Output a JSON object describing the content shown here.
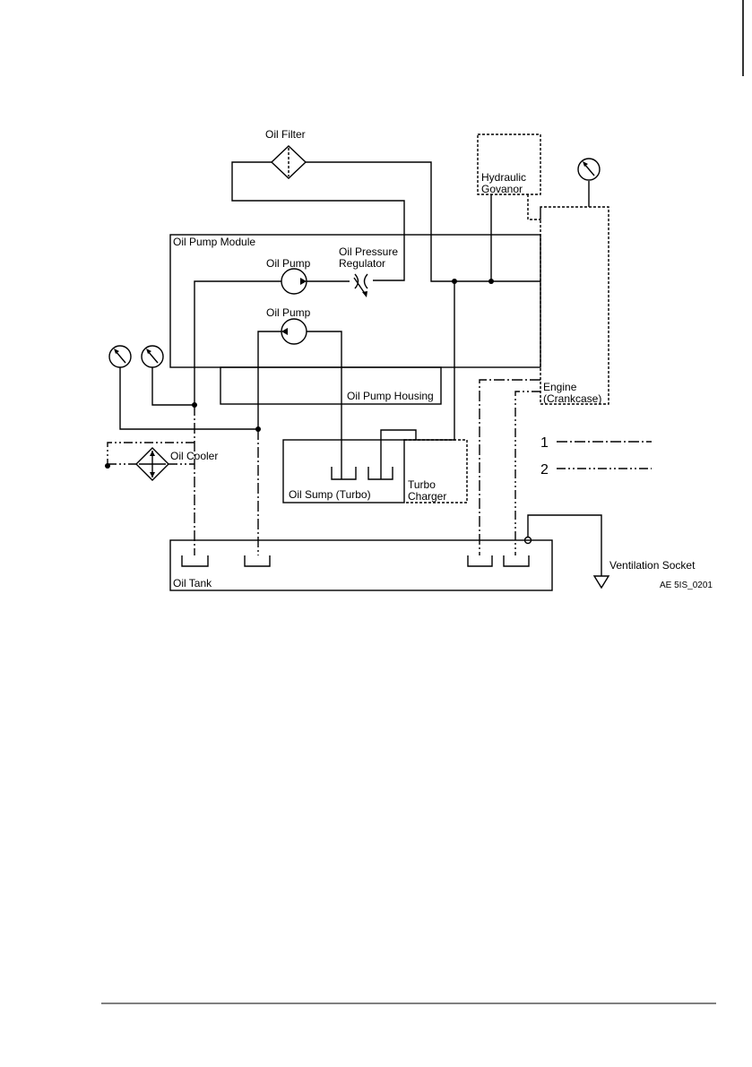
{
  "labels": {
    "oil_filter": "Oil Filter",
    "hydraulic_line1": "Hydraulic",
    "hydraulic_line2": "Govanor",
    "oil_pump_module": "Oil Pump Module",
    "oil_pump_upper": "Oil Pump",
    "oil_pressure_regulator_line1": "Oil Pressure",
    "oil_pressure_regulator_line2": "Regulator",
    "oil_pump_lower": "Oil Pump",
    "oil_pump_housing": "Oil Pump Housing",
    "engine_line1": "Engine",
    "engine_line2": "(Crankcase)",
    "oil_cooler": "Oil Cooler",
    "oil_sump": "Oil Sump (Turbo)",
    "turbo_line1": "Turbo",
    "turbo_line2": "Charger",
    "oil_tank": "Oil Tank",
    "ventilation_socket": "Ventilation Socket",
    "figure_code": "AE 5IS_0201"
  },
  "legend": [
    {
      "number": "1",
      "style": "dash-dot"
    },
    {
      "number": "2",
      "style": "dash-dot-dot"
    }
  ],
  "icons": [
    "pressure-gauge-icon",
    "filter-icon",
    "cooler-icon",
    "pump-icon",
    "throttle-regulator-icon",
    "ground-vent-icon"
  ]
}
